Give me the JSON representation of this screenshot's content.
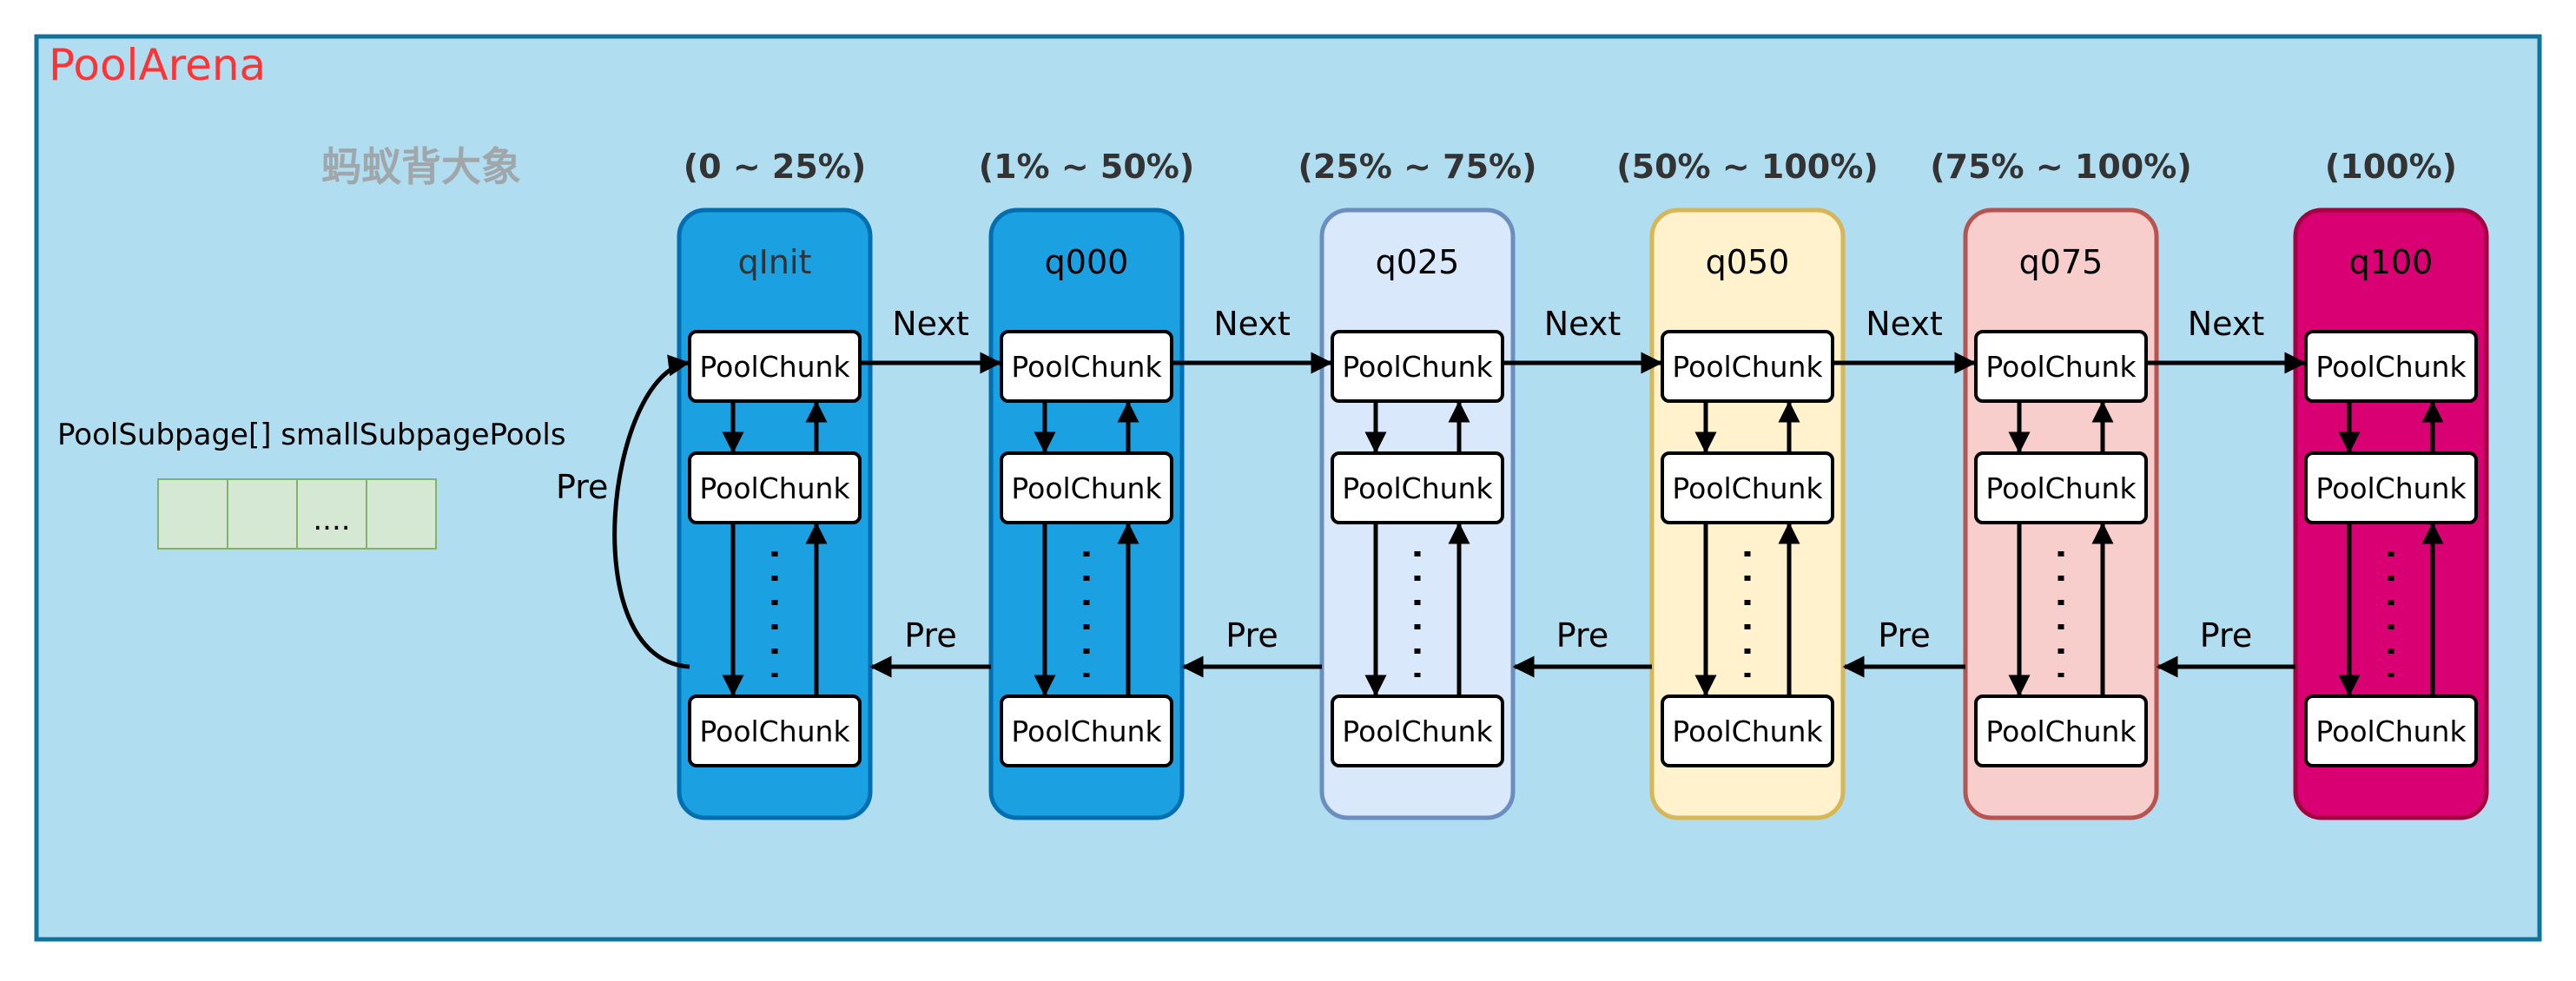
{
  "diagram": {
    "title": "PoolArena",
    "watermark": "蚂蚁背大象",
    "subpage_pool": {
      "label": "PoolSubpage[] smallSubpagePools",
      "cells": [
        "",
        "",
        "....",
        ""
      ]
    },
    "chunk_label": "PoolChunk",
    "links": {
      "next": "Next",
      "pre": "Pre"
    },
    "queues": [
      {
        "name": "qInit",
        "range": "(0 ~ 25%)",
        "fill": "#1ba1e2",
        "stroke": "#006eaf",
        "text_color": "#333333"
      },
      {
        "name": "q000",
        "range": "(1% ~ 50%)",
        "fill": "#1ba1e2",
        "stroke": "#006eaf",
        "text_color": "#000000"
      },
      {
        "name": "q025",
        "range": "(25% ~ 75%)",
        "fill": "#dae8fc",
        "stroke": "#6c8ebf",
        "text_color": "#000000"
      },
      {
        "name": "q050",
        "range": "(50% ~ 100%)",
        "fill": "#fff2cc",
        "stroke": "#d6b656",
        "text_color": "#000000"
      },
      {
        "name": "q075",
        "range": "(75% ~ 100%)",
        "fill": "#f8cecc",
        "stroke": "#b85450",
        "text_color": "#000000"
      },
      {
        "name": "q100",
        "range": "(100%)",
        "fill": "#d80073",
        "stroke": "#a50040",
        "text_color": "#000000"
      }
    ],
    "colors": {
      "arena_fill": "#b1ddf0",
      "arena_stroke": "#10739e",
      "cell_fill": "#d5e8d4",
      "cell_stroke": "#82b366"
    }
  }
}
